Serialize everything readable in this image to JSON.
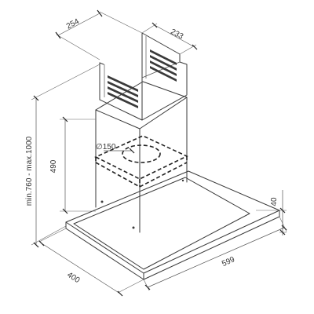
{
  "labels": {
    "top_width": "254",
    "top_depth": "233",
    "duct_diameter": "∅150",
    "chimney_height": "490",
    "total_height": "min.760 - max.1000",
    "canopy_thickness": "40",
    "hood_width": "599",
    "hood_depth": "400"
  }
}
